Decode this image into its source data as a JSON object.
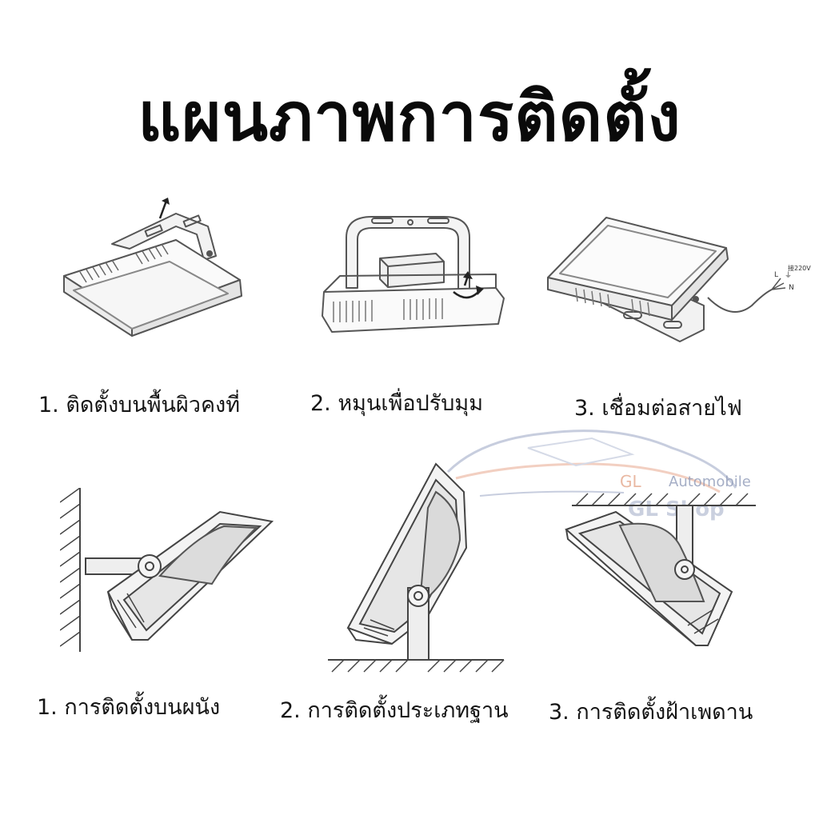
{
  "title": "แผนภาพการติดตั้ง",
  "steps": [
    {
      "label": "1. ติดตั้งบนพื้นผิวคงที่"
    },
    {
      "label": "2. หมุนเพื่อปรับมุม"
    },
    {
      "label": "3. เชื่อมต่อสายไฟ"
    }
  ],
  "mounts": [
    {
      "label": "1. การติดตั้งบนผนัง"
    },
    {
      "label": "2. การติดตั้งประเภทฐาน"
    },
    {
      "label": "3. การติดตั้งฝ้าเพดาน"
    }
  ],
  "wiring": {
    "voltage": "接220V",
    "live": "L",
    "earth": "⏚",
    "neutral": "N"
  },
  "watermark": {
    "brand": "GL",
    "automobile": "Automobile",
    "shop": "GL Shop"
  }
}
